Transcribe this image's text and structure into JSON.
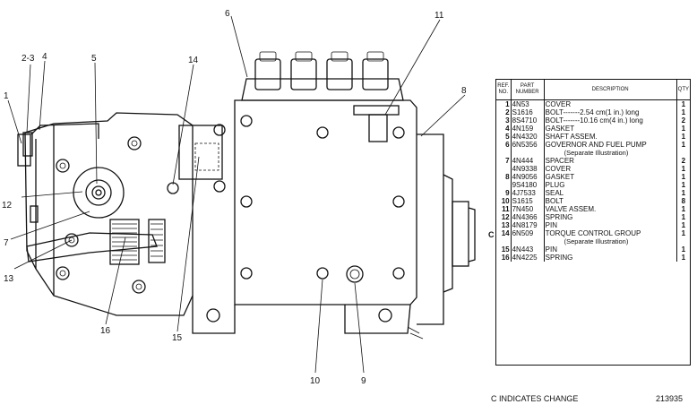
{
  "callouts": [
    "1",
    "2-3",
    "4",
    "5",
    "6",
    "7",
    "8",
    "9",
    "10",
    "11",
    "12",
    "13",
    "14",
    "15",
    "16"
  ],
  "table": {
    "headers": {
      "ref": "REF. NO.",
      "part": "PART NUMBER",
      "desc": "DESCRIPTION",
      "qty": "QTY"
    },
    "rows": [
      {
        "ref": "1",
        "part": "4N53",
        "desc": "COVER",
        "qty": "1"
      },
      {
        "ref": "2",
        "part": "S1616",
        "desc": "BOLT-------2.54 cm(1 in.) long",
        "qty": "1"
      },
      {
        "ref": "3",
        "part": "8S4710",
        "desc": "BOLT-------10.16 cm(4 in.) long",
        "qty": "2"
      },
      {
        "ref": "4",
        "part": "4N159",
        "desc": "GASKET",
        "qty": "1"
      },
      {
        "ref": "5",
        "part": "4N4320",
        "desc": "SHAFT ASSEM.",
        "qty": "1"
      },
      {
        "ref": "6",
        "part": "6N5356",
        "desc": "GOVERNOR AND FUEL PUMP",
        "qty": "1"
      },
      {
        "ref": "",
        "part": "",
        "desc": "(Separate Illustration)",
        "qty": ""
      },
      {
        "ref": "7",
        "part": "4N444",
        "desc": "SPACER",
        "qty": "2"
      },
      {
        "ref": "",
        "part": "4N9338",
        "desc": "COVER",
        "qty": "1"
      },
      {
        "ref": "8",
        "part": "4N9056",
        "desc": "GASKET",
        "qty": "1"
      },
      {
        "ref": "",
        "part": "9S4180",
        "desc": "PLUG",
        "qty": "1"
      },
      {
        "ref": "9",
        "part": "4J7533",
        "desc": "SEAL",
        "qty": "1"
      },
      {
        "ref": "10",
        "part": "S1615",
        "desc": "BOLT",
        "qty": "8"
      },
      {
        "ref": "11",
        "part": "7N450",
        "desc": "VALVE ASSEM.",
        "qty": "1"
      },
      {
        "ref": "12",
        "part": "4N4366",
        "desc": "SPRING",
        "qty": "1"
      },
      {
        "ref": "13",
        "part": "4N8179",
        "desc": "PIN",
        "qty": "1"
      },
      {
        "ref": "14",
        "part": "6N509",
        "desc": "TORQUE CONTROL GROUP",
        "qty": "1"
      },
      {
        "ref": "",
        "part": "",
        "desc": "(Separate Illustration)",
        "qty": ""
      },
      {
        "ref": "15",
        "part": "4N443",
        "desc": "PIN",
        "qty": "1"
      },
      {
        "ref": "16",
        "part": "4N4225",
        "desc": "SPRING",
        "qty": "1"
      }
    ]
  },
  "change_marker": "C",
  "footer_note": "C INDICATES CHANGE",
  "figure_number": "213935"
}
